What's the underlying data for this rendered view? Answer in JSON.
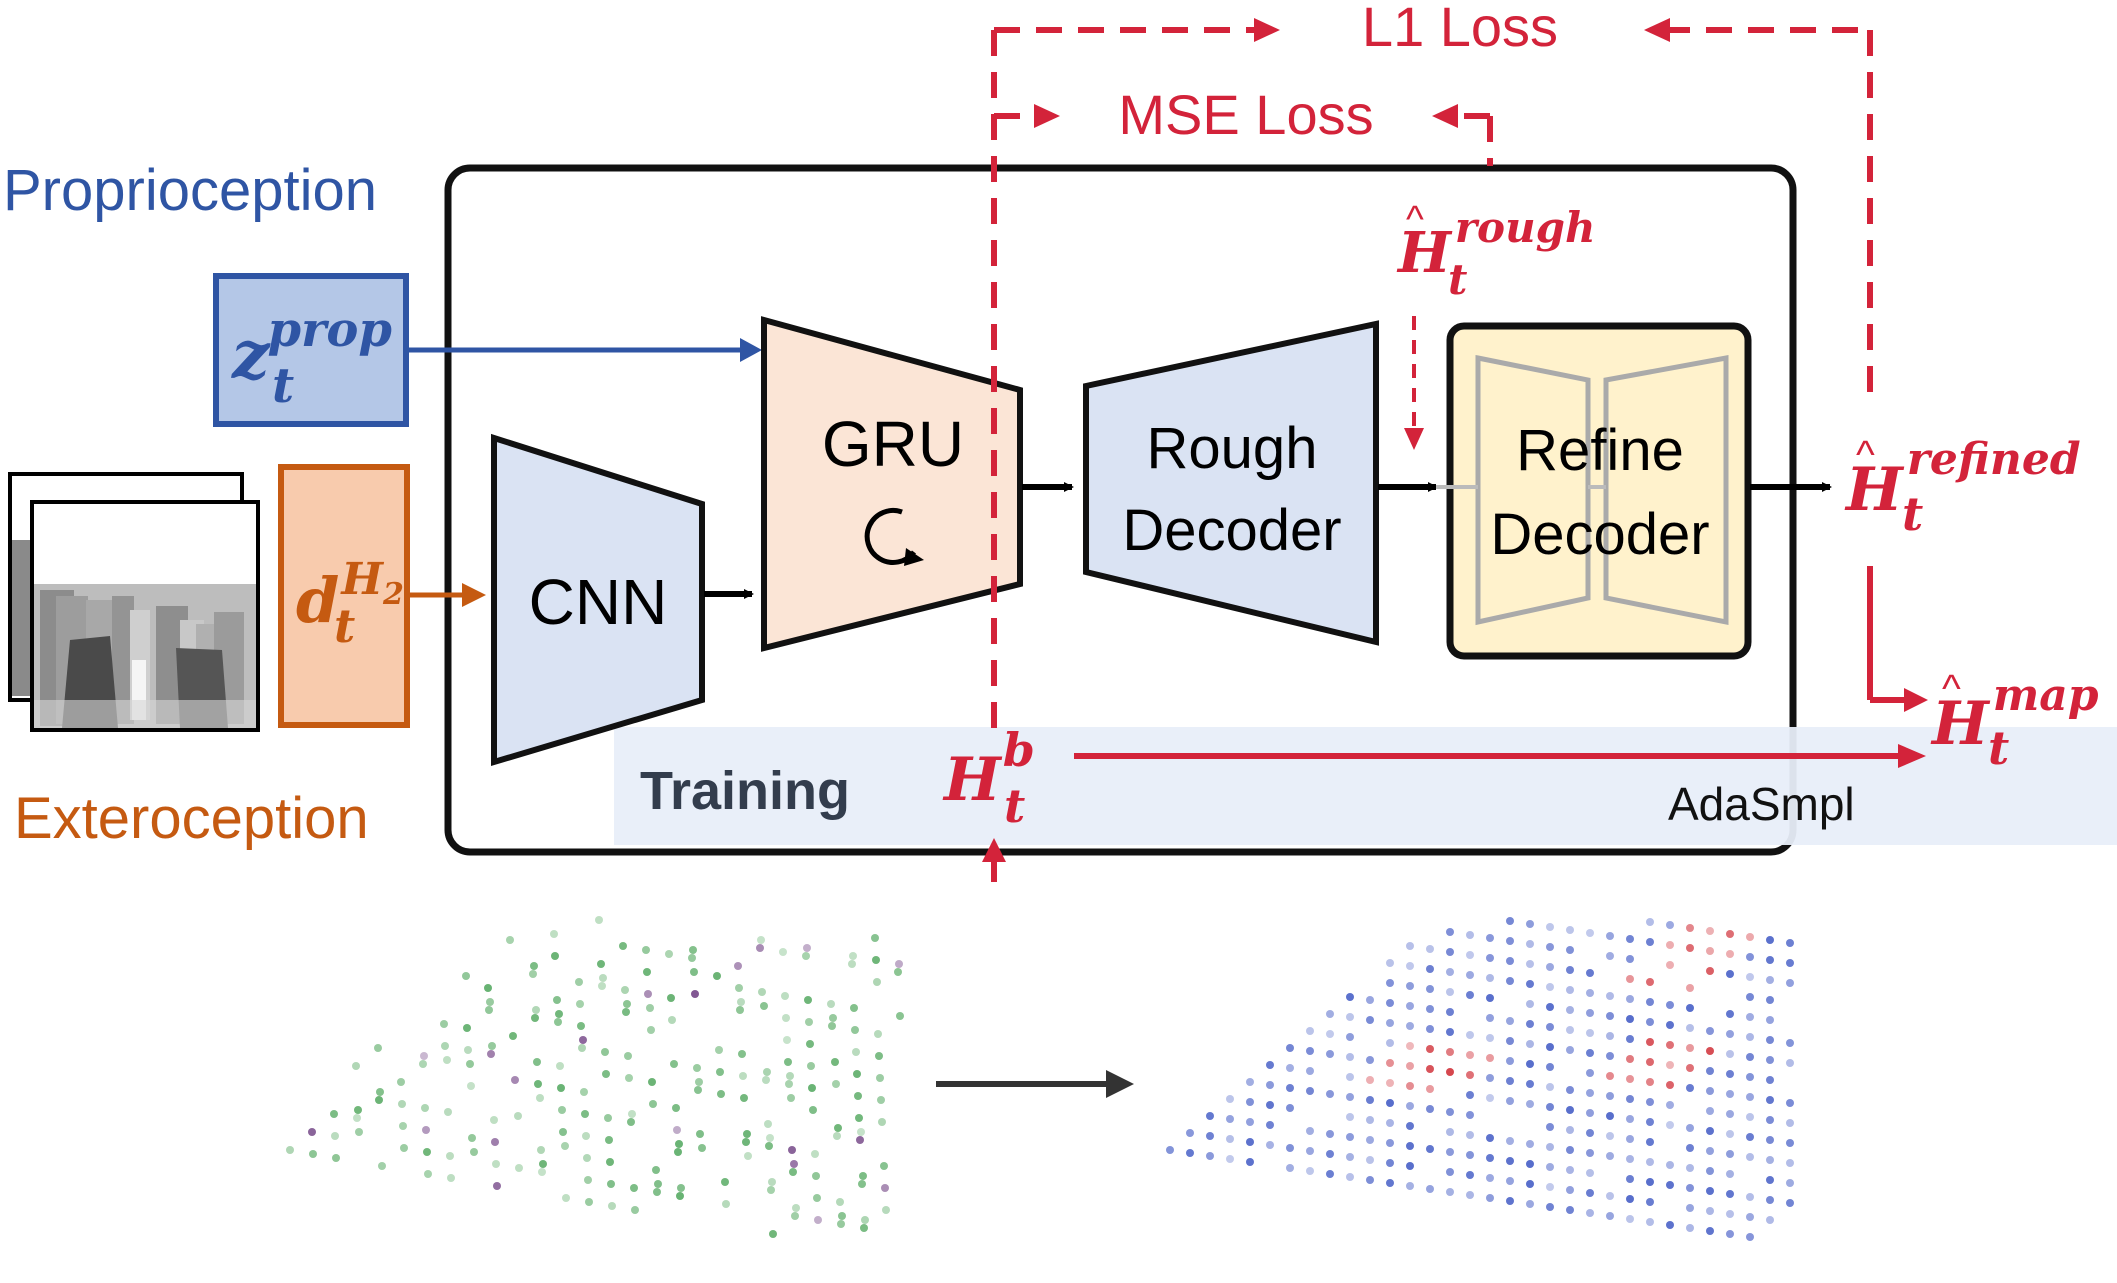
{
  "labels": {
    "proprioception": "Proprioception",
    "exteroception": "Exteroception",
    "cnn": "CNN",
    "gru": "GRU",
    "rough_line1": "Rough",
    "rough_line2": "Decoder",
    "refine_line1": "Refine",
    "refine_line2": "Decoder",
    "training": "Training",
    "adasmpl": "AdaSmpl",
    "l1_loss": "L1 Loss",
    "mse_loss": "MSE Loss"
  },
  "math": {
    "z_base": "z",
    "z_sub": "t",
    "z_sup": "prop",
    "d_base": "d",
    "d_sub": "t",
    "d_sup": "H",
    "d_sup_sub": "2",
    "hrough_base": "H",
    "hrough_sub": "t",
    "hrough_sup": "rough",
    "hrefined_base": "H",
    "hrefined_sub": "t",
    "hrefined_sup": "refined",
    "hmap_base": "H",
    "hmap_sub": "t",
    "hmap_sup": "map",
    "hb_base": "H",
    "hb_sub": "t",
    "hb_sup": "b"
  },
  "colors": {
    "proprio_blue": "#2f55a4",
    "extero_orange": "#c55a11",
    "loss_red": "#d3233a",
    "encoder_fill": "#dae3f3",
    "gru_fill": "#fbe5d6",
    "refine_fill": "#fff2cc",
    "training_band": "#e8eef9"
  }
}
